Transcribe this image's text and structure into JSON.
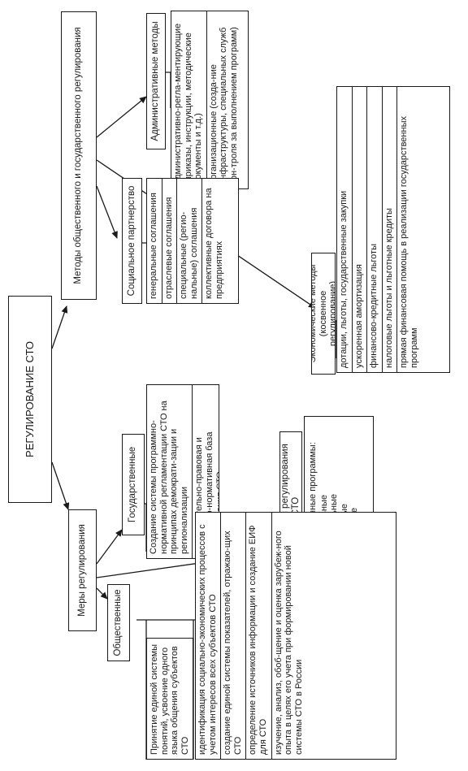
{
  "root": "РЕГУЛИРОВАНИЕ СТО",
  "methods": {
    "title": "Методы общественного и государственного регулирования",
    "administrative": {
      "title": "Административные методы",
      "items": [
        "административно-регла-ментирующие (приказы, инструкции, методические документы и т.д.)",
        "организационные (созда-ние инфраструктуры, специальных служб кон-троля за выполнением программ)"
      ]
    },
    "social": {
      "title": "Социальное партнерство",
      "items": [
        "генеральные соглашения",
        "отраслевые соглашения",
        "специальные (регио-нальные) соглашения",
        "коллективные договора на предприятиях"
      ]
    },
    "economic": {
      "title": "Экономические методы (косвенное регулирование)",
      "items": [
        "дотации, льготы, государственные закупки",
        "ускоренная амортизация",
        "финансово-кредитные льготы",
        "налоговые льготы и льготные кредиты",
        "прямая финансовая помощь в реализации государственных программ"
      ]
    }
  },
  "measures": {
    "title": "Меры регулирования",
    "state": {
      "title": "Государственные",
      "items": [
        "Создание системы программно-нормативной регламентации СТО на принципах демократи-зации и регионализации",
        "Законодательно-правовая и экономико-нормативная база регулирования СТО"
      ]
    },
    "instruments": {
      "title": "Инструменты регулирования СТО",
      "programs_title": "Государственные программы:",
      "programs": [
        "федеральные",
        "региональные",
        "отраслевые",
        "локальные"
      ]
    },
    "public": {
      "title": "Общественные",
      "concept": "Принятие единой системы понятий, усвоение одного языка общения субъектов СТО",
      "items": [
        "идентификация социально-экономических процессов с учетом интересов всех субъектов СТО",
        "создание единой системы показателей, отражаю-щих СТО",
        "определение источников информации и создание ЕИФ для СТО",
        "изучение, анализ, обоб-щение и оценка зарубеж-ного опыта в целях его учета при формировании новой системы СТО в России"
      ]
    }
  }
}
